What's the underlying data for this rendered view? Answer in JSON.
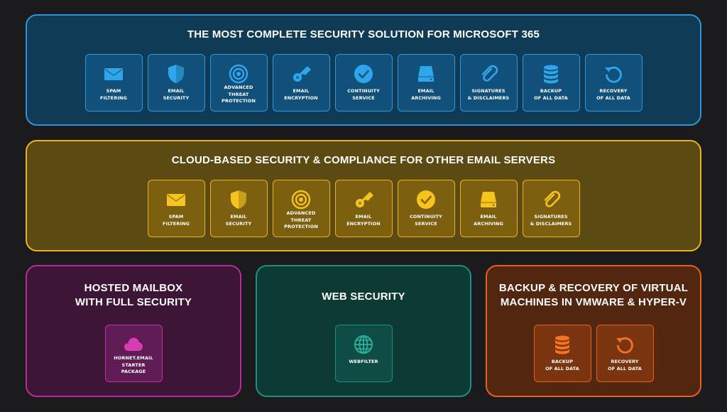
{
  "microsoft365": {
    "title": "THE MOST COMPLETE SECURITY SOLUTION FOR MICROSOFT 365",
    "tiles": [
      {
        "label": "SPAM\nFILTERING",
        "icon": "envelope-icon"
      },
      {
        "label": "EMAIL\nSECURITY",
        "icon": "shield-icon"
      },
      {
        "label": "ADVANCED\nTHREAT\nPROTECTION",
        "icon": "target-icon"
      },
      {
        "label": "EMAIL\nENCRYPTION",
        "icon": "key-icon"
      },
      {
        "label": "CONTINUITY\nSERVICE",
        "icon": "check-circle-icon"
      },
      {
        "label": "EMAIL\nARCHIVING",
        "icon": "hard-drive-icon"
      },
      {
        "label": "SIGNATURES\n& DISCLAIMERS",
        "icon": "paperclip-icon"
      },
      {
        "label": "BACKUP\nOF ALL DATA",
        "icon": "database-icon"
      },
      {
        "label": "RECOVERY\nOF ALL DATA",
        "icon": "recovery-icon"
      }
    ],
    "colors": {
      "accent": "#2f94d8",
      "icon": "#2fa6ec"
    }
  },
  "cloud": {
    "title": "CLOUD-BASED SECURITY & COMPLIANCE FOR OTHER EMAIL SERVERS",
    "tiles": [
      {
        "label": "SPAM\nFILTERING",
        "icon": "envelope-icon"
      },
      {
        "label": "EMAIL\nSECURITY",
        "icon": "shield-icon"
      },
      {
        "label": "ADVANCED\nTHREAT\nPROTECTION",
        "icon": "target-icon"
      },
      {
        "label": "EMAIL\nENCRYPTION",
        "icon": "key-icon"
      },
      {
        "label": "CONTINUITY\nSERVICE",
        "icon": "check-circle-icon"
      },
      {
        "label": "EMAIL\nARCHIVING",
        "icon": "hard-drive-icon"
      },
      {
        "label": "SIGNATURES\n& DISCLAIMERS",
        "icon": "paperclip-icon"
      }
    ],
    "colors": {
      "accent": "#e6b31d",
      "icon": "#f7c41e"
    }
  },
  "hosted": {
    "title_line1": "HOSTED MAILBOX",
    "title_line2": "WITH FULL SECURITY",
    "tiles": [
      {
        "label": "HORNET.EMAIL\nSTARTER\nPACKAGE",
        "icon": "cloud-icon"
      }
    ],
    "colors": {
      "accent": "#b72c99",
      "icon": "#d63db2"
    }
  },
  "web": {
    "title": "WEB SECURITY",
    "tiles": [
      {
        "label": "WEBFILTER",
        "icon": "globe-icon"
      }
    ],
    "colors": {
      "accent": "#1c8f7d",
      "icon": "#29b29b"
    }
  },
  "backup": {
    "title_line1": "BACKUP & RECOVERY OF VIRTUAL",
    "title_line2": "MACHINES IN VMWARE & HYPER-V",
    "tiles": [
      {
        "label": "BACKUP\nOF ALL DATA",
        "icon": "database-icon"
      },
      {
        "label": "RECOVERY\nOF ALL DATA",
        "icon": "recovery-icon"
      }
    ],
    "colors": {
      "accent": "#e85f1c",
      "icon": "#f57323"
    }
  }
}
